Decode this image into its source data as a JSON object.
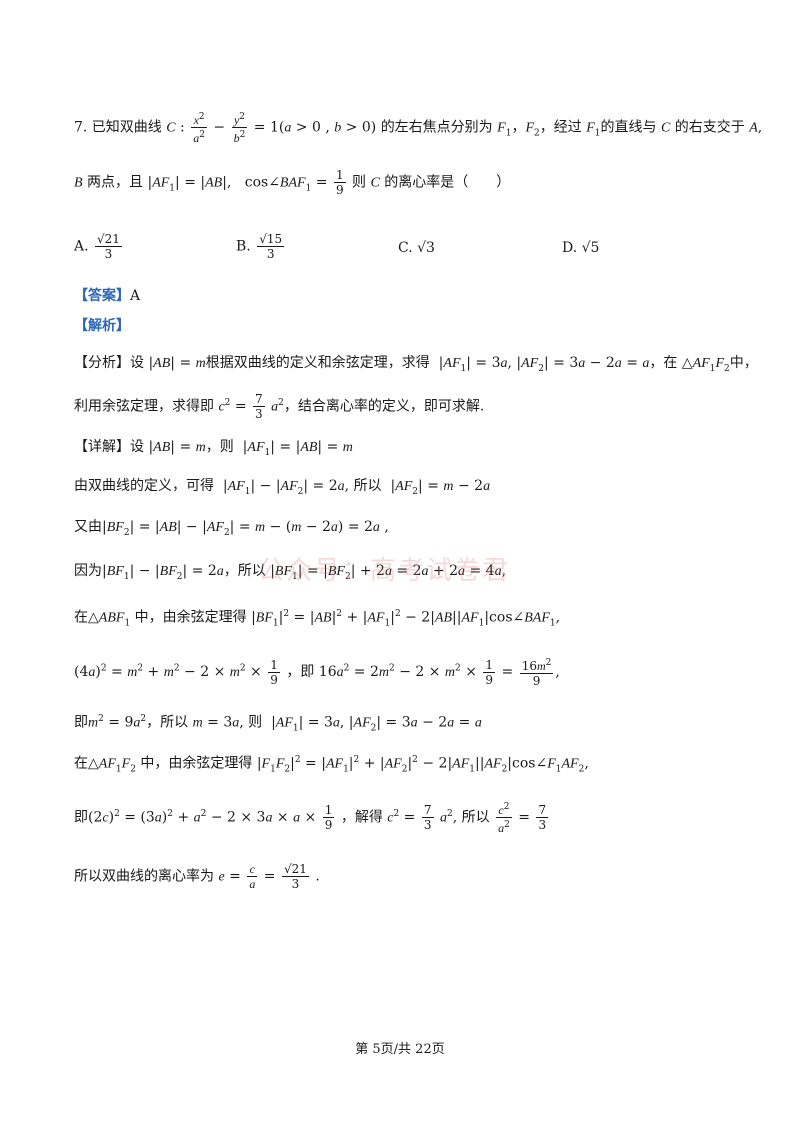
{
  "question": {
    "line1_a": "7. 已知双曲线",
    "line1_b": "的左右焦点分别为",
    "line1_c": "，经过",
    "line1_d": "的直线与",
    "line1_e": "的右支交于",
    "line2_a": "两点，且",
    "line2_b": "则",
    "line2_c": "的离心率是（　　）"
  },
  "options": [
    {
      "label": "A.",
      "value": "√21/3"
    },
    {
      "label": "B.",
      "value": "√15/3"
    },
    {
      "label": "C.",
      "value": "√3"
    },
    {
      "label": "D.",
      "value": "√5"
    }
  ],
  "answer": {
    "tag": "【答案】",
    "value": "A"
  },
  "analysis_tag": "【解析】",
  "fenxi": {
    "tag": "【分析】",
    "text1": "设",
    "text2": "根据双曲线的定义和余弦定理，求得",
    "text3": "在",
    "text4": "中，",
    "line2_a": "利用余弦定理，求得即",
    "line2_b": "，结合离心率的定义，即可求解."
  },
  "detail": {
    "tag": "【详解】",
    "l1_a": "设",
    "l1_b": "则",
    "l2_a": "由双曲线的定义，可得",
    "l2_b": "所以",
    "l3_a": "又由",
    "l4_a": "因为",
    "l4_b": "，所以",
    "l5_a": "在",
    "l5_b": "中，由余弦定理得",
    "l6_a": "，即",
    "l7_a": "即",
    "l7_b": "，所以",
    "l7_c": "则",
    "l8_a": "在",
    "l8_b": "中，由余弦定理得",
    "l9_a": "即",
    "l9_b": "，解得",
    "l9_c": "所以",
    "l10_a": "所以双曲线的离心率为"
  },
  "watermark": "公众号：高考试卷君",
  "footer": "第 5页/共 22页"
}
